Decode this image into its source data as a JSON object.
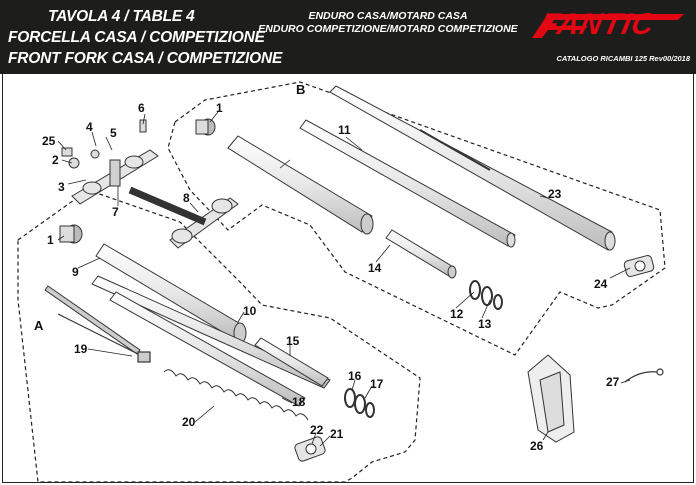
{
  "header": {
    "title_line1": "TAVOLA 4 / TABLE 4",
    "title_line2": "FORCELLA CASA / COMPETIZIONE",
    "title_line3": "FRONT FORK CASA / COMPETIZIONE",
    "subtitle_line1": "ENDURO CASA/MOTARD CASA",
    "subtitle_line2": "ENDURO COMPETIZIONE/MOTARD COMPETIZIONE",
    "brand": "FANTIC",
    "catalog": "CATALOGO RICAMBI 125 Rev00/2018"
  },
  "sections": {
    "a": "A",
    "b": "B"
  },
  "callouts": {
    "c1a": "1",
    "c1b": "1",
    "c2": "2",
    "c3": "3",
    "c4": "4",
    "c5": "5",
    "c6": "6",
    "c7": "7",
    "c8": "8",
    "c9": "9",
    "c10": "10",
    "c11": "11",
    "c12": "12",
    "c13": "13",
    "c14": "14",
    "c15": "15",
    "c16": "16",
    "c17": "17",
    "c18": "18",
    "c19": "19",
    "c20": "20",
    "c21": "21",
    "c22": "22",
    "c23": "23",
    "c24": "24",
    "c25": "25",
    "c26": "26",
    "c27": "27"
  },
  "colors": {
    "header_bg": "#1d1d1b",
    "brand_red": "#e30613"
  }
}
